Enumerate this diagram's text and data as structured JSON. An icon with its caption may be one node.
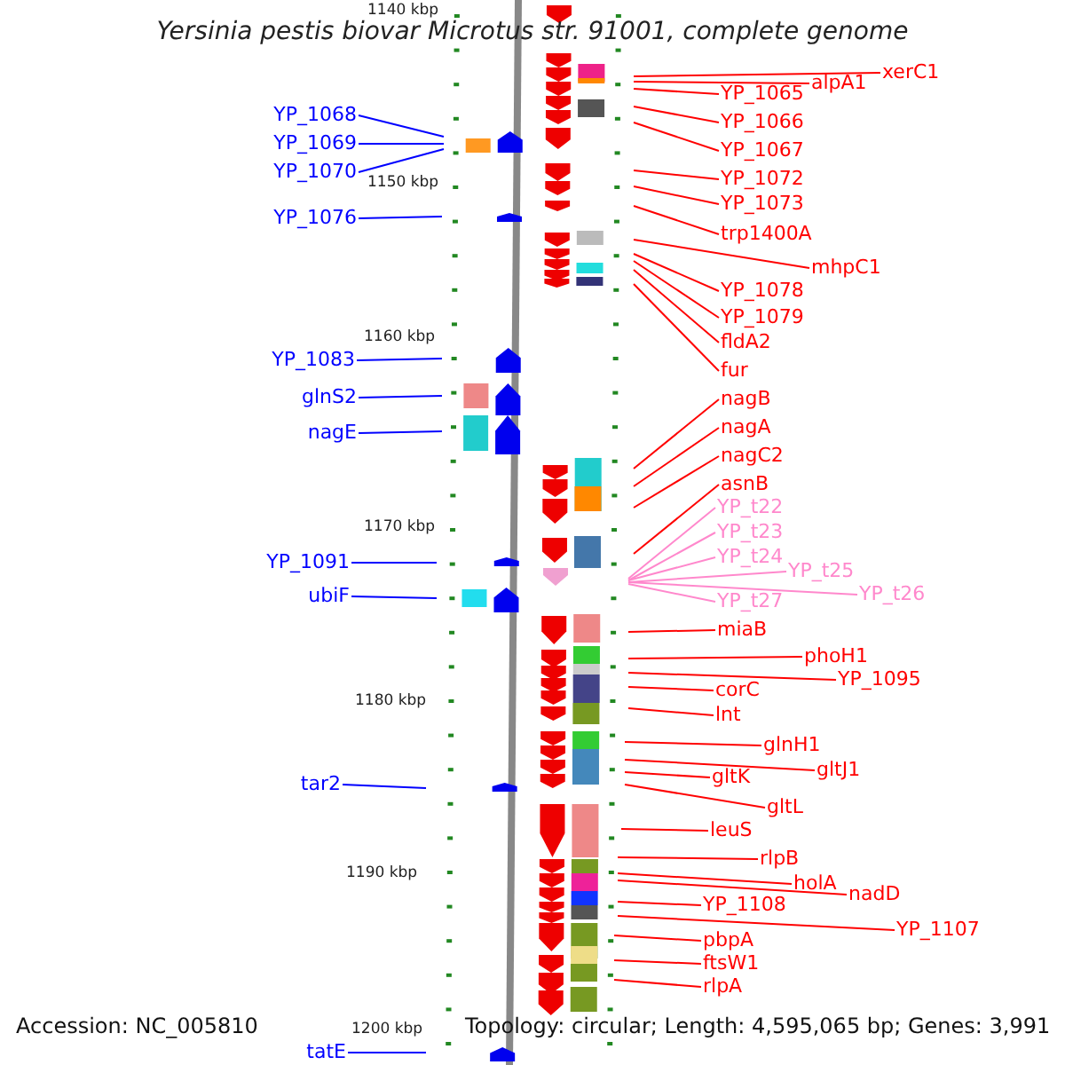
{
  "diagram": {
    "title": "Yersinia pestis biovar Microtus str. 91001, complete genome",
    "nodes": [
      {
        "text": [
          "YP_1068"
        ]
      },
      {
        "text": [
          "YP_1069"
        ]
      },
      {
        "text": [
          "YP_1070"
        ]
      },
      {
        "text": [
          "YP_1076"
        ]
      },
      {
        "text": [
          "YP_1083"
        ]
      },
      {
        "text": [
          "glnS2"
        ]
      },
      {
        "text": [
          "nagE"
        ]
      },
      {
        "text": [
          "YP_1091"
        ]
      },
      {
        "text": [
          "ubiF"
        ]
      },
      {
        "text": [
          "tar2"
        ]
      },
      {
        "text": [
          "tatE"
        ]
      },
      {
        "text": [
          "xerC1"
        ]
      },
      {
        "text": [
          "alpA1"
        ]
      },
      {
        "text": [
          "YP_1065"
        ]
      },
      {
        "text": [
          "YP_1066"
        ]
      },
      {
        "text": [
          "YP_1067"
        ]
      },
      {
        "text": [
          "YP_1072"
        ]
      },
      {
        "text": [
          "YP_1073"
        ]
      },
      {
        "text": [
          "trp1400A"
        ]
      },
      {
        "text": [
          "mhpC1"
        ]
      },
      {
        "text": [
          "YP_1078"
        ]
      },
      {
        "text": [
          "YP_1079"
        ]
      },
      {
        "text": [
          "fldA2"
        ]
      },
      {
        "text": [
          "fur"
        ]
      },
      {
        "text": [
          "nagB"
        ]
      },
      {
        "text": [
          "nagA"
        ]
      },
      {
        "text": [
          "nagC2"
        ]
      },
      {
        "text": [
          "asnB"
        ]
      },
      {
        "text": [
          "YP_t22"
        ]
      },
      {
        "text": [
          "YP_t23"
        ]
      },
      {
        "text": [
          "YP_t24"
        ]
      },
      {
        "text": [
          "YP_t25"
        ]
      },
      {
        "text": [
          "YP_t26"
        ]
      },
      {
        "text": [
          "YP_t27"
        ]
      },
      {
        "text": [
          "miaB"
        ]
      },
      {
        "text": [
          "phoH1"
        ]
      },
      {
        "text": [
          "YP_1095"
        ]
      },
      {
        "text": [
          "corC"
        ]
      },
      {
        "text": [
          "lnt"
        ]
      },
      {
        "text": [
          "glnH1"
        ]
      },
      {
        "text": [
          "gltJ1"
        ]
      },
      {
        "text": [
          "gltK"
        ]
      },
      {
        "text": [
          "gltL"
        ]
      },
      {
        "text": [
          "leuS"
        ]
      },
      {
        "text": [
          "rlpB"
        ]
      },
      {
        "text": [
          "holA"
        ]
      },
      {
        "text": [
          "nadD"
        ]
      },
      {
        "text": [
          "YP_1108"
        ]
      },
      {
        "text": [
          "YP_1107"
        ]
      },
      {
        "text": [
          "pbpA"
        ]
      },
      {
        "text": [
          "ftsW1"
        ]
      },
      {
        "text": [
          "rlpA"
        ]
      }
    ],
    "edges": [
      {
        "from": 0,
        "to": null,
        "arrow": "none",
        "color": "#0000ff"
      },
      {
        "from": 1,
        "to": null,
        "arrow": "none",
        "color": "#0000ff"
      },
      {
        "from": 2,
        "to": null,
        "arrow": "none",
        "color": "#0000ff"
      },
      {
        "from": 3,
        "to": null,
        "arrow": "none",
        "color": "#0000ff"
      },
      {
        "from": 4,
        "to": null,
        "arrow": "none",
        "color": "#0000ff"
      },
      {
        "from": 5,
        "to": null,
        "arrow": "none",
        "color": "#0000ff"
      },
      {
        "from": 6,
        "to": null,
        "arrow": "none",
        "color": "#0000ff"
      },
      {
        "from": 7,
        "to": null,
        "arrow": "none",
        "color": "#0000ff"
      },
      {
        "from": 8,
        "to": null,
        "arrow": "none",
        "color": "#0000ff"
      },
      {
        "from": 9,
        "to": null,
        "arrow": "none",
        "color": "#0000ff"
      },
      {
        "from": 10,
        "to": null,
        "arrow": "none",
        "color": "#0000ff"
      },
      {
        "from": 11,
        "to": null,
        "arrow": "none"
      },
      {
        "from": 12,
        "to": null,
        "arrow": "none"
      },
      {
        "from": 13,
        "to": null,
        "arrow": "none"
      },
      {
        "from": 14,
        "to": null,
        "arrow": "none"
      },
      {
        "from": 15,
        "to": null,
        "arrow": "none"
      },
      {
        "from": 16,
        "to": null,
        "arrow": "none"
      },
      {
        "from": 17,
        "to": null,
        "arrow": "none"
      },
      {
        "from": 18,
        "to": null,
        "arrow": "none"
      },
      {
        "from": 19,
        "to": null,
        "arrow": "none"
      },
      {
        "from": 20,
        "to": null,
        "arrow": "none"
      },
      {
        "from": 21,
        "to": null,
        "arrow": "none"
      },
      {
        "from": 22,
        "to": null,
        "arrow": "none"
      },
      {
        "from": 23,
        "to": null,
        "arrow": "none"
      },
      {
        "from": 24,
        "to": null,
        "arrow": "none"
      },
      {
        "from": 25,
        "to": null,
        "arrow": "none"
      },
      {
        "from": 26,
        "to": null,
        "arrow": "none"
      },
      {
        "from": 27,
        "to": null,
        "arrow": "none"
      },
      {
        "from": 28,
        "to": null,
        "arrow": "none",
        "color": "#ff88cc"
      },
      {
        "from": 29,
        "to": null,
        "arrow": "none",
        "color": "#ff88cc"
      },
      {
        "from": 30,
        "to": null,
        "arrow": "none",
        "color": "#ff88cc"
      },
      {
        "from": 31,
        "to": null,
        "arrow": "none",
        "color": "#ff88cc"
      },
      {
        "from": 32,
        "to": null,
        "arrow": "none",
        "color": "#ff88cc"
      },
      {
        "from": 33,
        "to": null,
        "arrow": "none",
        "color": "#ff88cc"
      },
      {
        "from": 34,
        "to": null,
        "arrow": "none"
      },
      {
        "from": 35,
        "to": null,
        "arrow": "none"
      },
      {
        "from": 36,
        "to": null,
        "arrow": "none"
      },
      {
        "from": 37,
        "to": null,
        "arrow": "none"
      },
      {
        "from": 38,
        "to": null,
        "arrow": "none"
      },
      {
        "from": 39,
        "to": null,
        "arrow": "none"
      },
      {
        "from": 40,
        "to": null,
        "arrow": "none"
      },
      {
        "from": 41,
        "to": null,
        "arrow": "none"
      },
      {
        "from": 42,
        "to": null,
        "arrow": "none"
      },
      {
        "from": 43,
        "to": null,
        "arrow": "none"
      },
      {
        "from": 44,
        "to": null,
        "arrow": "none"
      },
      {
        "from": 45,
        "to": null,
        "arrow": "none"
      },
      {
        "from": 46,
        "to": null,
        "arrow": "none"
      },
      {
        "from": 47,
        "to": null,
        "arrow": "none"
      },
      {
        "from": 48,
        "to": null,
        "arrow": "none"
      },
      {
        "from": 49,
        "to": null,
        "arrow": "none"
      },
      {
        "from": 50,
        "to": null,
        "arrow": "none"
      },
      {
        "from": 51,
        "to": null,
        "arrow": "none"
      }
    ],
    "labels": [
      "1140 kbp",
      "1150 kbp",
      "1160 kbp",
      "1170 kbp",
      "1180 kbp",
      "1190 kbp",
      "Accession: NC_005810",
      "1200 kbp",
      "Topology: circular; Length: 4,595,065 bp; Genes: 3,991"
    ]
  }
}
